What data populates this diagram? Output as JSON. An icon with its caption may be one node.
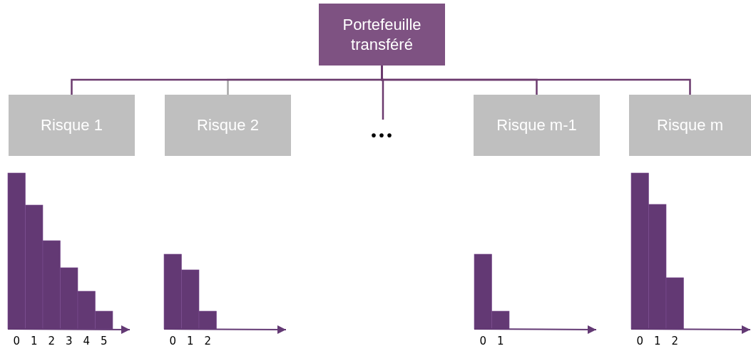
{
  "diagram": {
    "nodes": [
      {
        "text": [
          "Portefeuille transféré"
        ]
      },
      {
        "text": [
          "Risque 1"
        ]
      },
      {
        "text": [
          "Risque 2"
        ]
      },
      {
        "text": [
          "•••"
        ]
      },
      {
        "text": [
          "Risque m-1"
        ]
      },
      {
        "text": [
          "Risque m"
        ]
      }
    ],
    "edges": [
      {
        "from": 0,
        "to": 1,
        "arrow": "none"
      },
      {
        "from": 0,
        "to": 2,
        "arrow": "none",
        "color": "#a6a6a6"
      },
      {
        "from": 0,
        "to": 3,
        "arrow": "none"
      },
      {
        "from": 0,
        "to": 4,
        "arrow": "none"
      },
      {
        "from": 0,
        "to": 5,
        "arrow": "none"
      }
    ],
    "labels": [
      "0",
      "1",
      "2",
      "3",
      "4",
      "5",
      "0",
      "1",
      "2",
      "0",
      "1",
      "0",
      "1",
      "2"
    ]
  }
}
